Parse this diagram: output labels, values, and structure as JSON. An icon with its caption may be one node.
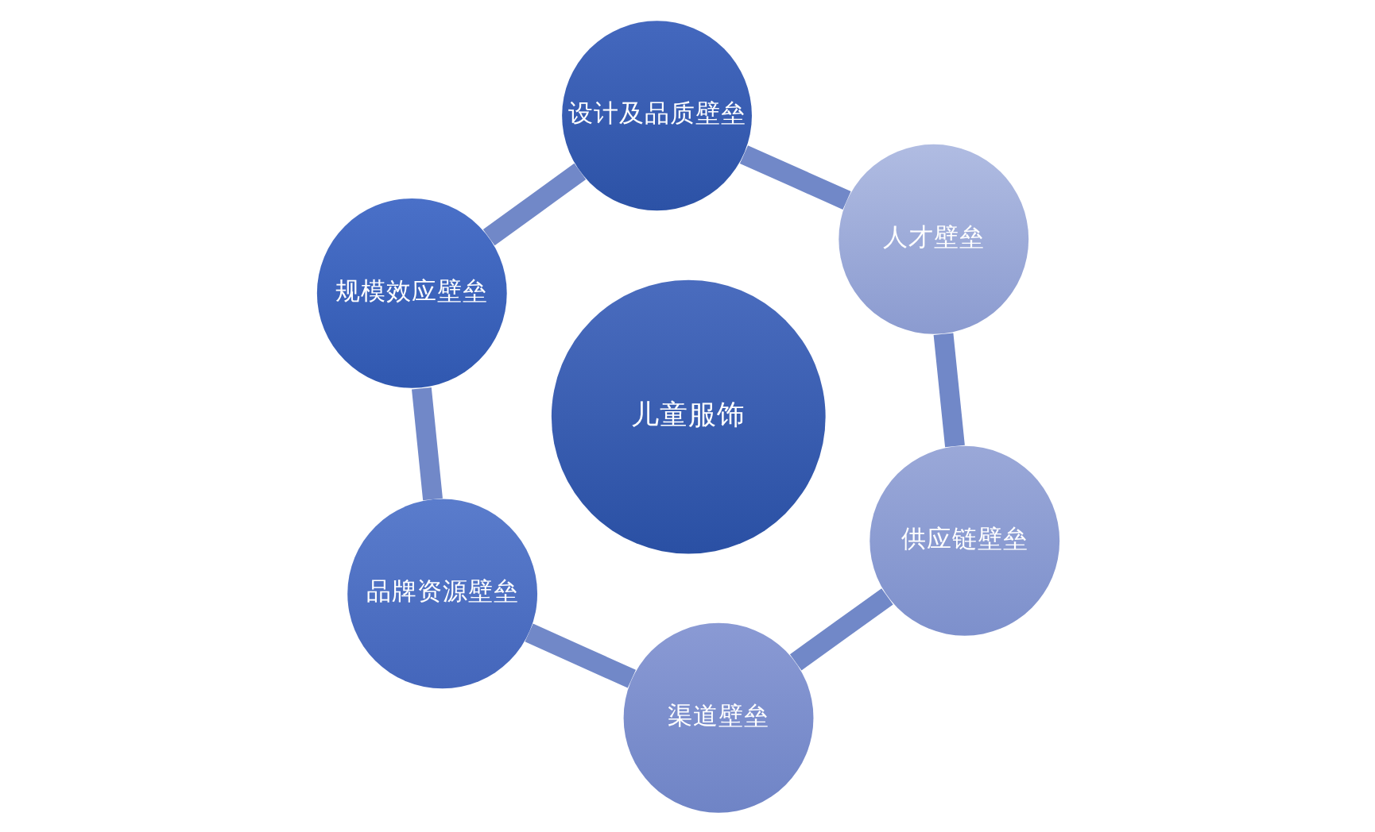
{
  "diagram": {
    "nodes": [
      {
        "text": [
          "设计及品质壁垒"
        ]
      },
      {
        "text": [
          "人才壁垒"
        ]
      },
      {
        "text": [
          "规模效应壁垒"
        ]
      },
      {
        "text": [
          "儿童服饰"
        ]
      },
      {
        "text": [
          "供应链壁垒"
        ]
      },
      {
        "text": [
          "品牌资源壁垒"
        ]
      },
      {
        "text": [
          "渠道壁垒"
        ]
      }
    ],
    "edges": [
      {
        "from": 0,
        "to": 2,
        "arrow": "none"
      },
      {
        "from": 2,
        "to": 5,
        "arrow": "none"
      },
      {
        "from": 5,
        "to": 6,
        "arrow": "none"
      },
      {
        "from": 6,
        "to": 4,
        "arrow": "none"
      },
      {
        "from": 4,
        "to": 1,
        "arrow": "none"
      },
      {
        "from": 1,
        "to": 0,
        "arrow": "none"
      }
    ]
  }
}
